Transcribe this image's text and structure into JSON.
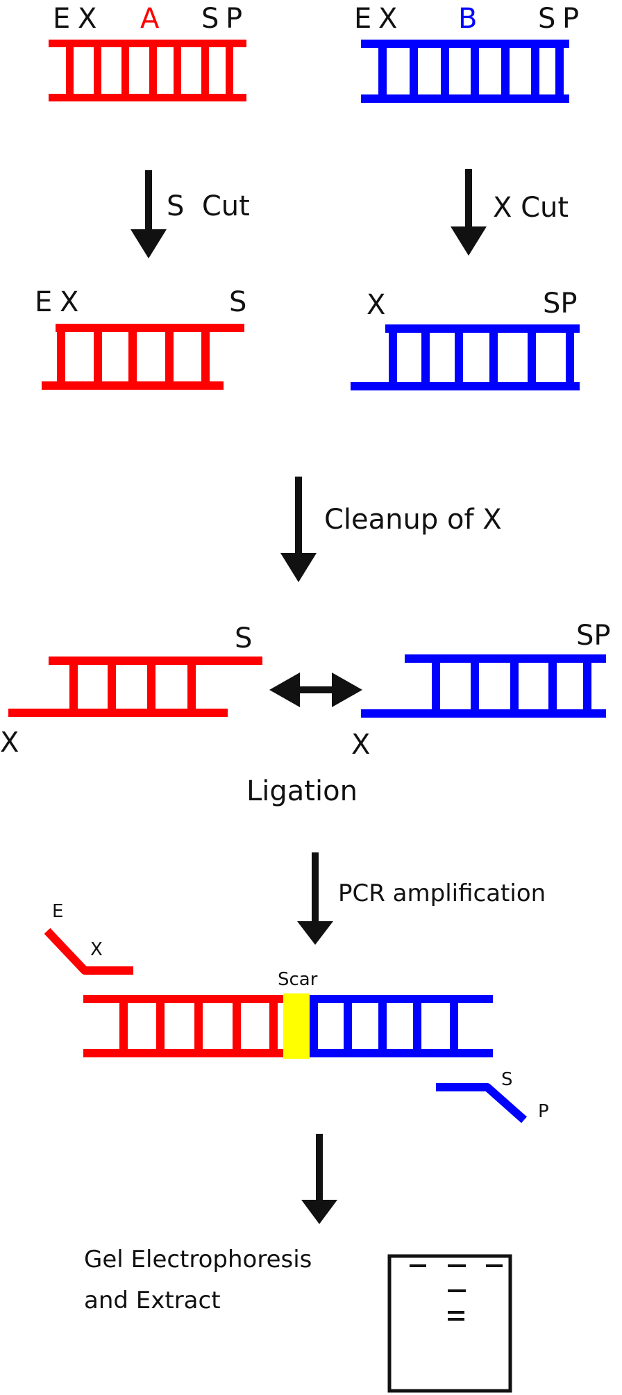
{
  "colors": {
    "part_a": "#ff0000",
    "part_b": "#0000ff",
    "scar": "#ffff00",
    "ink": "#111111"
  },
  "step1": {
    "part_a": {
      "sites": [
        "E",
        "X",
        "S",
        "P"
      ],
      "name": "A"
    },
    "part_b": {
      "sites": [
        "E",
        "X",
        "S",
        "P"
      ],
      "name": "B"
    }
  },
  "step2": {
    "a_cut_label": "S  Cut",
    "b_cut_label": "X Cut",
    "a_sites": [
      "E",
      "X",
      "S"
    ],
    "b_sites": [
      "X",
      "SP"
    ]
  },
  "step3": {
    "cleanup_label": "Cleanup of X",
    "a_sites": [
      "S",
      "X"
    ],
    "b_sites": [
      "SP",
      "X"
    ],
    "ligation_label": "Ligation"
  },
  "step4": {
    "pcr_label": "PCR amplification",
    "primer_fwd_sites": [
      "E",
      "X"
    ],
    "scar_label": "Scar",
    "primer_rev_sites": [
      "S",
      "P"
    ]
  },
  "step5": {
    "gel_label_line1": "Gel Electrophoresis",
    "gel_label_line2": "and Extract"
  },
  "icons": [
    "down-arrow-icon",
    "double-arrow-icon",
    "gel-box-icon"
  ]
}
